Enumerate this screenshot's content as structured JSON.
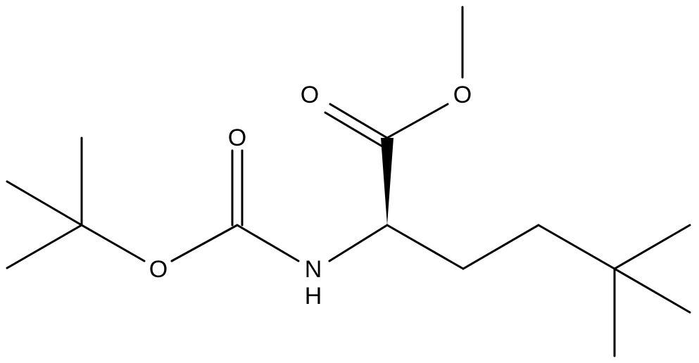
{
  "diagram": {
    "type": "skeletal-structure",
    "atom_labels": {
      "ester_carbonyl_o": "O",
      "ester_o": "O",
      "carbamate_carbonyl_o": "O",
      "carbamate_o": "O",
      "amine_n": "N",
      "amine_h": "H"
    },
    "colors": {
      "bond": "#000000",
      "text": "#000000",
      "background": "#ffffff"
    }
  }
}
